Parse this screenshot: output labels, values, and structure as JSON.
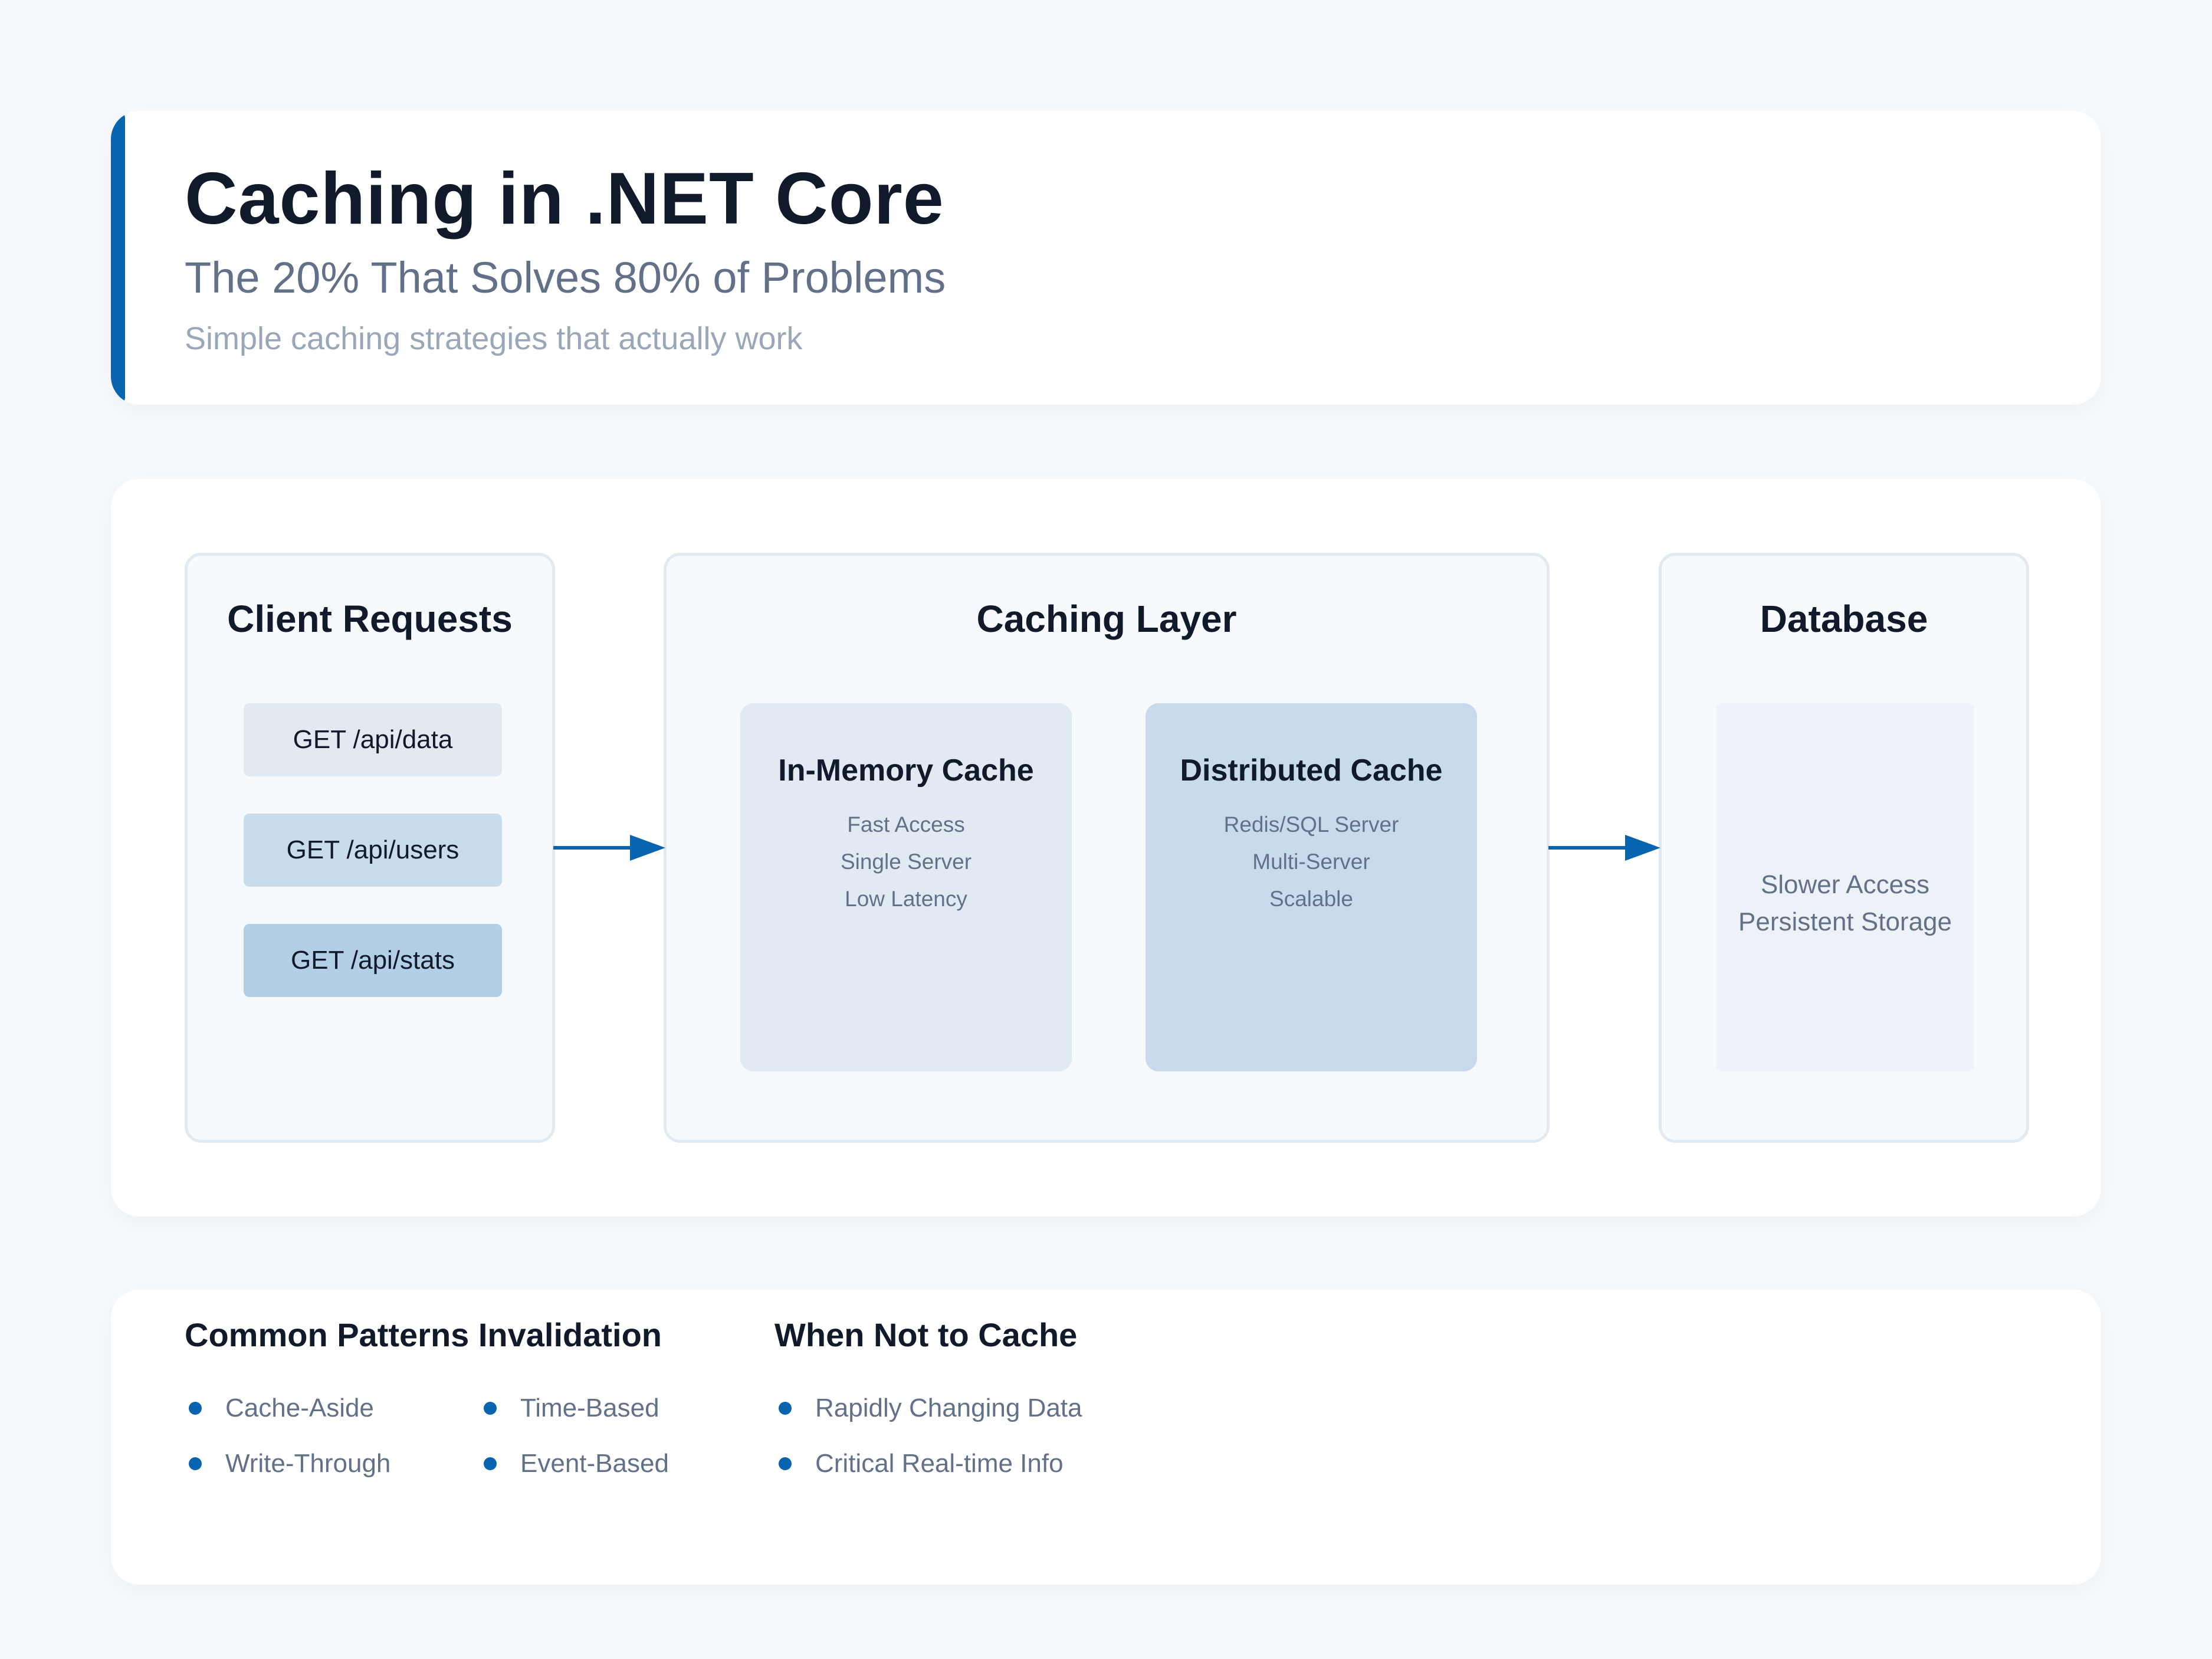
{
  "header": {
    "title": "Caching in .NET Core",
    "subtitle": "The 20% That Solves 80% of Problems",
    "tagline": "Simple caching strategies that actually work"
  },
  "diagram": {
    "client": {
      "title": "Client Requests",
      "requests": [
        "GET /api/data",
        "GET /api/users",
        "GET /api/stats"
      ]
    },
    "caching_layer": {
      "title": "Caching Layer",
      "in_memory": {
        "title": "In-Memory Cache",
        "lines": [
          "Fast Access",
          "Single Server",
          "Low Latency"
        ]
      },
      "distributed": {
        "title": "Distributed Cache",
        "lines": [
          "Redis/SQL Server",
          "Multi-Server",
          "Scalable"
        ]
      }
    },
    "database": {
      "title": "Database",
      "lines": [
        "Slower Access",
        "Persistent Storage"
      ]
    }
  },
  "bottom": {
    "patterns": {
      "title": "Common Patterns Invalidation",
      "items": [
        "Cache-Aside",
        "Time-Based",
        "Write-Through",
        "Event-Based"
      ]
    },
    "not_to_cache": {
      "title": "When Not to Cache",
      "items": [
        "Rapidly Changing Data",
        "Critical Real-time Info"
      ]
    }
  },
  "colors": {
    "accent": "#0964b0",
    "text_dark": "#111a2b",
    "text_muted": "#637188",
    "request_1": "#e1e9f1",
    "request_2": "#c9dceb",
    "request_3": "#b3cfe6",
    "in_memory_bg": "#e1eaf3",
    "distributed_bg": "#c8dbec"
  }
}
